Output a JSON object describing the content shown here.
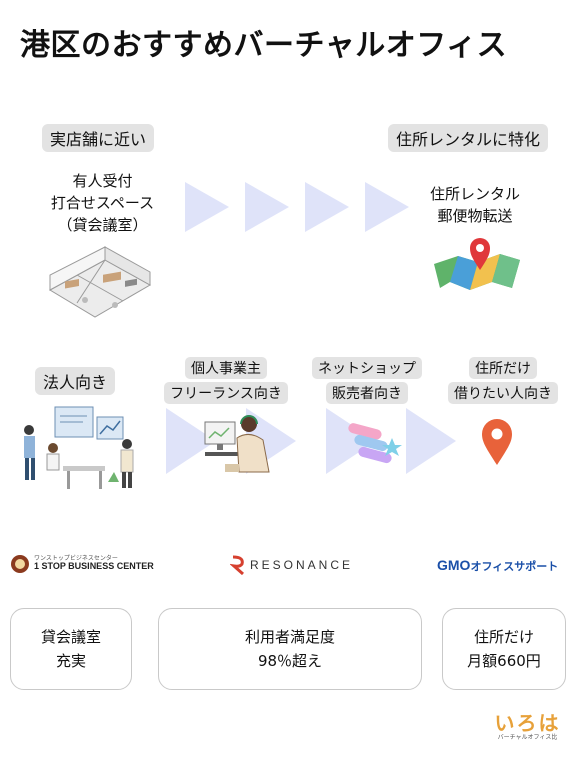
{
  "title": "港区のおすすめバーチャルオフィス",
  "row1": {
    "left_tag": "実店舗に近い",
    "right_tag": "住所レンタルに特化",
    "left_lines": [
      "有人受付",
      "打合せスペース",
      "（貸会議室）"
    ],
    "right_lines": [
      "住所レンタル",
      "郵便物転送"
    ]
  },
  "row2": {
    "corporate_tag": "法人向き",
    "sole_tag": [
      "個人事業主",
      "フリーランス向き"
    ],
    "shop_tag": [
      "ネットショップ",
      "販売者向き"
    ],
    "address_tag": [
      "住所だけ",
      "借りたい人向き"
    ]
  },
  "logos": {
    "one_stop": {
      "small": "ワンストップビジネスセンター",
      "main": "1 STOP BUSINESS CENTER"
    },
    "resonance": "RESONANCE",
    "gmo": {
      "brand": "GMO",
      "sub": "オフィスサポート"
    }
  },
  "cards": [
    {
      "line1": "貸会議室",
      "line2": "充実"
    },
    {
      "line1": "利用者満足度",
      "line2": "98％超え"
    },
    {
      "line1": "住所だけ",
      "line2": "月額660円"
    }
  ],
  "brand": {
    "main": "いろは",
    "sub": "バーチャルオフィス比"
  },
  "colors": {
    "arrow": "#dfe3f9",
    "tag_bg": "#e3e3e3",
    "pin": "#e8623a",
    "brand": "#e7a13a"
  },
  "icons": [
    "office-floorplan-icon",
    "map-pin-icon",
    "business-people-icon",
    "freelancer-icon",
    "hair-clip-icon",
    "location-pin-icon"
  ]
}
